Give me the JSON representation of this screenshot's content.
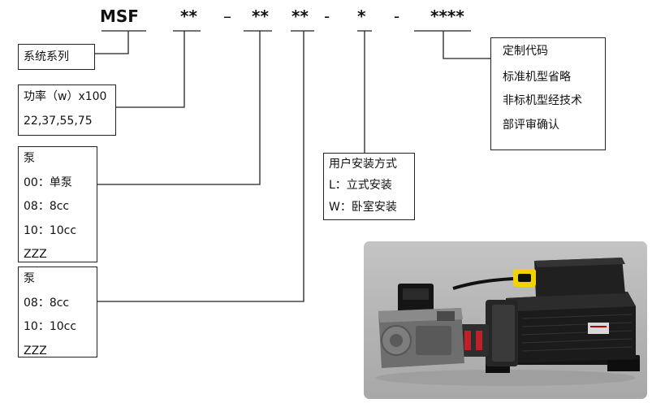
{
  "model_code": {
    "series": "MSF",
    "power_slot": "**",
    "sep_1": "–",
    "pump_slot": "**",
    "pump2_slot": "**",
    "sep_2": "-",
    "install_slot": "*",
    "sep_3": "-",
    "custom_slot": "****"
  },
  "boxes": {
    "series": {
      "lines": [
        "系统系列"
      ]
    },
    "power": {
      "lines": [
        "功率（w）x100",
        "22,37,55,75"
      ]
    },
    "pump": {
      "lines": [
        "泵",
        "00：单泵",
        "08：8cc",
        "10：10cc",
        "ZZZ"
      ]
    },
    "pump2": {
      "lines": [
        "泵",
        "08：8cc",
        "10：10cc",
        "ZZZ"
      ]
    },
    "install": {
      "lines": [
        "用户安装方式",
        "L：立式安装",
        "W：卧室安装"
      ]
    },
    "custom": {
      "lines": [
        "定制代码",
        "标准机型省略",
        "非标机型经技术",
        "部评审确认"
      ]
    }
  },
  "colors": {
    "line": "#222222",
    "photo_background": "#b8b8b8",
    "motor_body": "#1a1a1a",
    "connector_yellow": "#f2d200",
    "pump_gray": "#6e6e6e"
  },
  "photo": {
    "icon": "hydraulic-power-unit-image"
  }
}
